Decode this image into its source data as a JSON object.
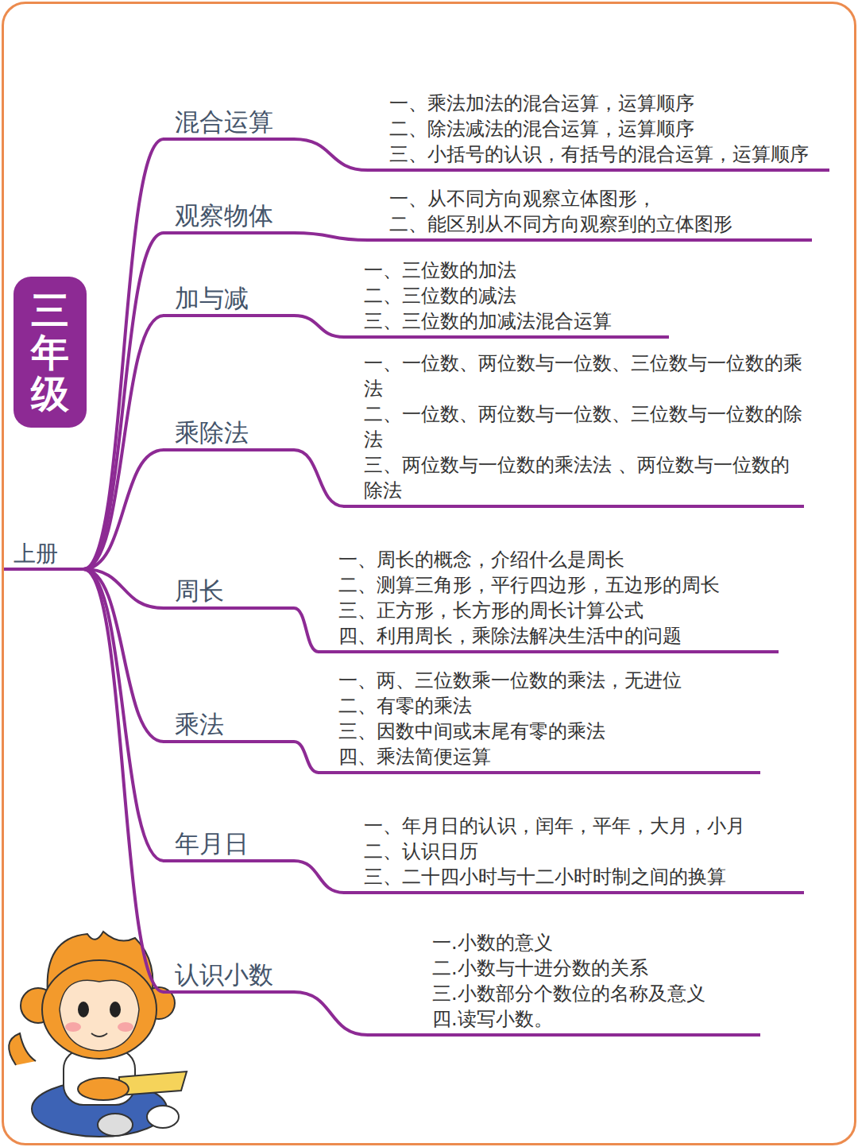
{
  "diagram": {
    "nodes": [
      {
        "text": [
          "三年级"
        ]
      },
      {
        "text": [
          "上册"
        ]
      },
      {
        "text": [
          "混合运算"
        ]
      },
      {
        "text": [
          "一、乘法加法的混合运算，运算顺序",
          "二、除法减法的混合运算，运算顺序",
          "三、小括号的认识，有括号的混合运算，运算顺序"
        ]
      },
      {
        "text": [
          "观察物体"
        ]
      },
      {
        "text": [
          "一、从不同方向观察立体图形，",
          "二、能区别从不同方向观察到的立体图形"
        ]
      },
      {
        "text": [
          "加与减"
        ]
      },
      {
        "text": [
          "一、三位数的加法",
          "二、三位数的减法",
          "三、三位数的加减法混合运算"
        ]
      },
      {
        "text": [
          "乘除法"
        ]
      },
      {
        "text": [
          "一、一位数、两位数与一位数、三位数与一位数的乘法",
          "二、一位数、两位数与一位数、三位数与一位数的除法",
          "三、两位数与一位数的乘法法 、两位数与一位数的除法"
        ]
      },
      {
        "text": [
          "周长"
        ]
      },
      {
        "text": [
          "一、周长的概念，介绍什么是周长",
          "二、测算三角形，平行四边形，五边形的周长",
          "三、正方形，长方形的周长计算公式",
          "四、利用周长，乘除法解决生活中的问题"
        ]
      },
      {
        "text": [
          "乘法"
        ]
      },
      {
        "text": [
          "一、两、三位数乘一位数的乘法，无进位",
          "二、有零的乘法",
          "三、因数中间或末尾有零的乘法",
          "四、乘法简便运算"
        ]
      },
      {
        "text": [
          "年月日"
        ]
      },
      {
        "text": [
          "一、年月日的认识，闰年，平年，大月，小月",
          "二、认识日历",
          "三、二十四小时与十二小时时制之间的换算"
        ]
      },
      {
        "text": [
          "认识小数"
        ]
      },
      {
        "text": [
          "一.小数的意义",
          "二.小数与十进分数的关系",
          "三.小数部分个数位的名称及意义",
          "四.读写小数。"
        ]
      }
    ],
    "edges": [
      {
        "from": 1,
        "to": 2,
        "arrow": "none"
      },
      {
        "from": 2,
        "to": 3,
        "arrow": "none"
      },
      {
        "from": 1,
        "to": 4,
        "arrow": "none"
      },
      {
        "from": 4,
        "to": 5,
        "arrow": "none"
      },
      {
        "from": 1,
        "to": 6,
        "arrow": "none"
      },
      {
        "from": 6,
        "to": 7,
        "arrow": "none"
      },
      {
        "from": 1,
        "to": 8,
        "arrow": "none"
      },
      {
        "from": 8,
        "to": 9,
        "arrow": "none"
      },
      {
        "from": 1,
        "to": 10,
        "arrow": "none"
      },
      {
        "from": 10,
        "to": 11,
        "arrow": "none"
      },
      {
        "from": 1,
        "to": 12,
        "arrow": "none"
      },
      {
        "from": 12,
        "to": 13,
        "arrow": "none"
      },
      {
        "from": 1,
        "to": 14,
        "arrow": "none"
      },
      {
        "from": 14,
        "to": 15,
        "arrow": "none"
      },
      {
        "from": 1,
        "to": 16,
        "arrow": "none"
      },
      {
        "from": 16,
        "to": 17,
        "arrow": "none"
      }
    ]
  }
}
